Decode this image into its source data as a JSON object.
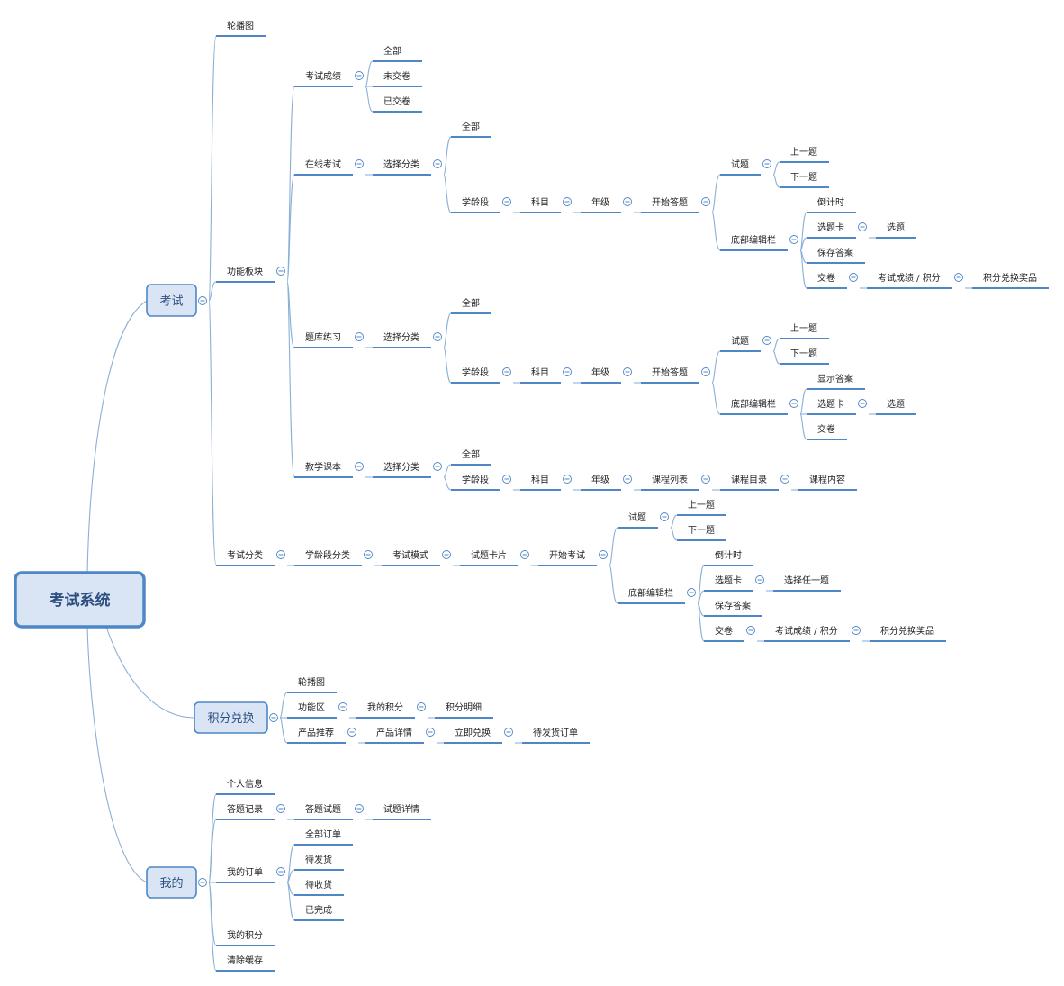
{
  "mindmap": {
    "root": "考试系统",
    "exam": {
      "label": "考试",
      "carousel": "轮播图",
      "modules": "功能板块",
      "results": {
        "label": "考试成绩",
        "all": "全部",
        "unsubmitted": "未交卷",
        "submitted": "已交卷"
      },
      "online": {
        "label": "在线考试",
        "select": "选择分类",
        "all": "全部",
        "stage": "学龄段",
        "subject": "科目",
        "grade": "年级",
        "start": "开始答题",
        "question": "试题",
        "prev": "上一题",
        "next": "下一题",
        "bottom": "底部编辑栏",
        "countdown": "倒计时",
        "card": "选题卡",
        "pick": "选题",
        "save": "保存答案",
        "submit": "交卷",
        "score": "考试成绩 / 积分",
        "redeem": "积分兑换奖品"
      },
      "bank": {
        "label": "题库练习",
        "select": "选择分类",
        "all": "全部",
        "stage": "学龄段",
        "subject": "科目",
        "grade": "年级",
        "start": "开始答题",
        "question": "试题",
        "prev": "上一题",
        "next": "下一题",
        "bottom": "底部编辑栏",
        "show_answer": "显示答案",
        "card": "选题卡",
        "pick": "选题",
        "submit": "交卷"
      },
      "textbook": {
        "label": "教学课本",
        "select": "选择分类",
        "all": "全部",
        "stage": "学龄段",
        "subject": "科目",
        "grade": "年级",
        "course_list": "课程列表",
        "course_toc": "课程目录",
        "course_content": "课程内容"
      },
      "category": {
        "label": "考试分类",
        "stage_cat": "学龄段分类",
        "mode": "考试模式",
        "cards": "试题卡片",
        "start": "开始考试",
        "question": "试题",
        "prev": "上一题",
        "next": "下一题",
        "bottom": "底部编辑栏",
        "countdown": "倒计时",
        "card": "选题卡",
        "pick_any": "选择任一题",
        "save": "保存答案",
        "submit": "交卷",
        "score": "考试成绩 / 积分",
        "redeem": "积分兑换奖品"
      }
    },
    "points": {
      "label": "积分兑换",
      "carousel": "轮播图",
      "func": "功能区",
      "my_points": "我的积分",
      "detail": "积分明细",
      "recommend": "产品推荐",
      "product_detail": "产品详情",
      "exchange": "立即兑换",
      "pending": "待发货订单"
    },
    "mine": {
      "label": "我的",
      "profile": "个人信息",
      "records": "答题记录",
      "answered": "答题试题",
      "q_detail": "试题详情",
      "orders": "我的订单",
      "all_orders": "全部订单",
      "to_ship": "待发货",
      "to_receive": "待收货",
      "done": "已完成",
      "my_points": "我的积分",
      "clear": "清除缓存"
    }
  },
  "style": {
    "accent": "#4f86c6",
    "edge": "#8bb0d8",
    "node_fill": "#d9e5f5",
    "title_text": "#2d4f80"
  }
}
